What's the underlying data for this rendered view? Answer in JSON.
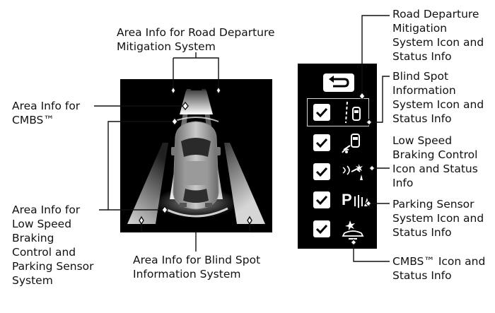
{
  "labels": {
    "rdm_area": "Area Info for Road Departure\nMitigation System",
    "cmbs_area": "Area Info for\nCMBS™",
    "lsbc_area": "Area Info for\nLow Speed\nBraking\nControl and\nParking Sensor\nSystem",
    "bsi_area": "Area Info for Blind Spot\nInformation System",
    "rdm_icon": "Road Departure\nMitigation\nSystem Icon and\nStatus Info",
    "bsi_icon": "Blind Spot\nInformation\nSystem Icon and\nStatus Info",
    "lsbc_icon": "Low Speed\nBraking Control\nIcon and Status\nInfo",
    "parking_icon": "Parking Sensor\nSystem Icon and\nStatus Info",
    "cmbs_icon": "CMBS™ Icon and\nStatus Info"
  },
  "panel": {
    "parking_icon_text": "P"
  },
  "colors": {
    "background": "#ffffff",
    "screen": "#000000",
    "line": "#111111",
    "highlight": "#ffffff"
  },
  "icons": [
    "back-arrow-icon",
    "checkbox-checked-icon",
    "lane-car-icon",
    "blind-spot-car-icon",
    "low-speed-braking-icon",
    "parking-sensor-icon",
    "cmbs-icon"
  ]
}
